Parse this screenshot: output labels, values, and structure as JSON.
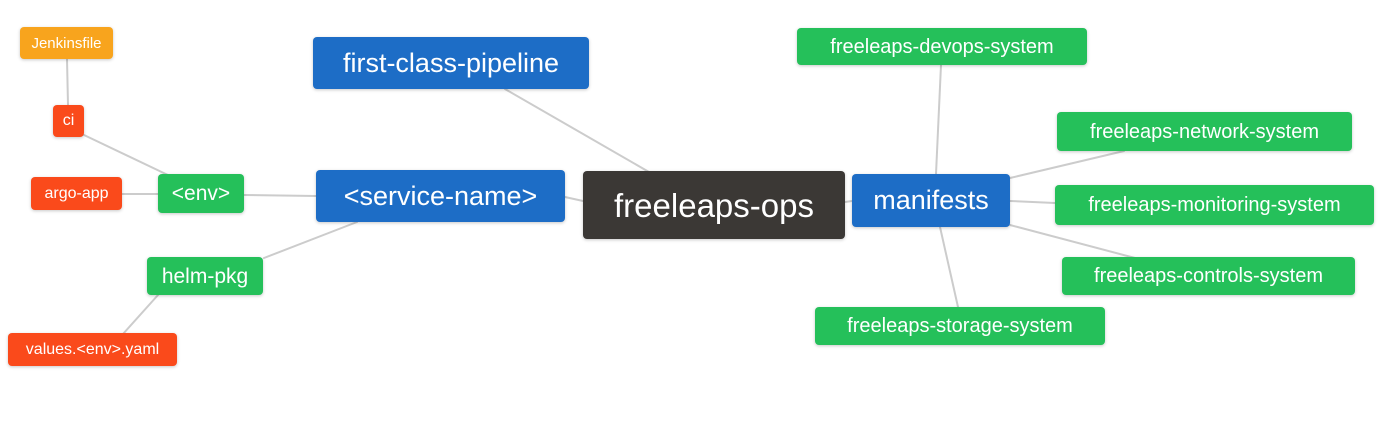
{
  "diagram": {
    "type": "mindmap",
    "root_id": "freeleaps_ops"
  },
  "nodes": {
    "freeleaps_ops": {
      "label": "freeleaps-ops",
      "level": "root",
      "color": "#3b3835"
    },
    "first_class_pipeline": {
      "label": "first-class-pipeline",
      "level": "branch",
      "color": "#1d6dc6"
    },
    "service_name": {
      "label": "<service-name>",
      "level": "branch",
      "color": "#1d6dc6"
    },
    "manifests": {
      "label": "manifests",
      "level": "branch",
      "color": "#1d6dc6"
    },
    "env": {
      "label": "<env>",
      "level": "leaf",
      "color": "#25c05a"
    },
    "helm_pkg": {
      "label": "helm-pkg",
      "level": "leaf",
      "color": "#25c05a"
    },
    "ci": {
      "label": "ci",
      "level": "leaf",
      "color": "#fa4a1b"
    },
    "argo_app": {
      "label": "argo-app",
      "level": "leaf",
      "color": "#fa4a1b"
    },
    "values_env_yaml": {
      "label": "values.<env>.yaml",
      "level": "leaf",
      "color": "#fa4a1b"
    },
    "jenkinsfile": {
      "label": "Jenkinsfile",
      "level": "leaf",
      "color": "#f8a41d"
    },
    "devops_system": {
      "label": "freeleaps-devops-system",
      "level": "leaf",
      "color": "#25c05a"
    },
    "network_system": {
      "label": "freeleaps-network-system",
      "level": "leaf",
      "color": "#25c05a"
    },
    "monitoring_system": {
      "label": "freeleaps-monitoring-system",
      "level": "leaf",
      "color": "#25c05a"
    },
    "controls_system": {
      "label": "freeleaps-controls-system",
      "level": "leaf",
      "color": "#25c05a"
    },
    "storage_system": {
      "label": "freeleaps-storage-system",
      "level": "leaf",
      "color": "#25c05a"
    }
  },
  "edges": [
    {
      "from": "jenkinsfile",
      "to": "ci"
    },
    {
      "from": "ci",
      "to": "env"
    },
    {
      "from": "argo_app",
      "to": "env"
    },
    {
      "from": "env",
      "to": "service_name"
    },
    {
      "from": "helm_pkg",
      "to": "service_name"
    },
    {
      "from": "values_env_yaml",
      "to": "helm_pkg"
    },
    {
      "from": "first_class_pipeline",
      "to": "freeleaps_ops"
    },
    {
      "from": "service_name",
      "to": "freeleaps_ops"
    },
    {
      "from": "freeleaps_ops",
      "to": "manifests"
    },
    {
      "from": "manifests",
      "to": "devops_system"
    },
    {
      "from": "manifests",
      "to": "network_system"
    },
    {
      "from": "manifests",
      "to": "monitoring_system"
    },
    {
      "from": "manifests",
      "to": "controls_system"
    },
    {
      "from": "manifests",
      "to": "storage_system"
    }
  ],
  "colors": {
    "root": "#3b3835",
    "branch_blue": "#1d6dc6",
    "leaf_green": "#25c05a",
    "leaf_red": "#fa4a1b",
    "leaf_orange": "#f8a41d",
    "edge_line": "#cccccc",
    "text": "#ffffff",
    "background": "#ffffff"
  }
}
